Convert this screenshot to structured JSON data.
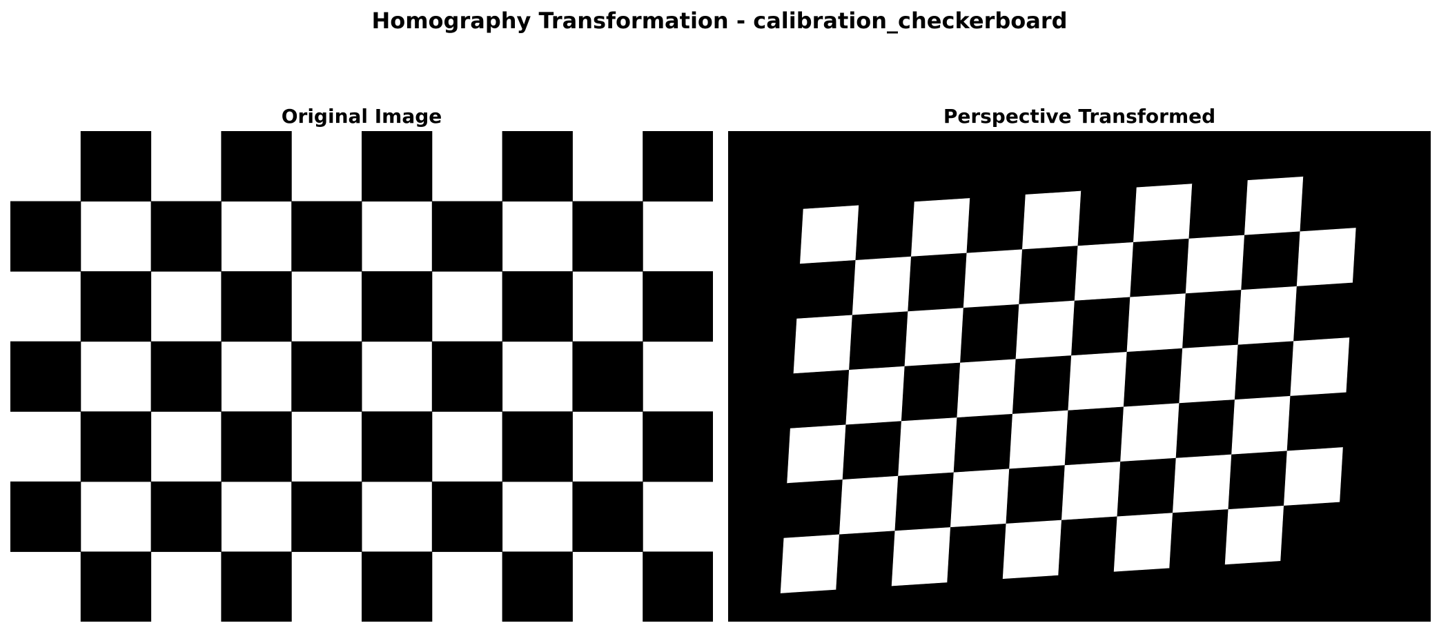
{
  "figure": {
    "title": "Homography Transformation - calibration_checkerboard"
  },
  "panels": [
    {
      "id": "original",
      "title": "Original Image",
      "grid": {
        "rows": 7,
        "cols": 10,
        "first_black": "odd"
      }
    },
    {
      "id": "transformed",
      "title": "Perspective Transformed",
      "background": "#000000",
      "board_colors": {
        "dark": "#000000",
        "light": "#ffffff"
      }
    }
  ],
  "colors": {
    "black": "#000000",
    "white": "#ffffff"
  }
}
